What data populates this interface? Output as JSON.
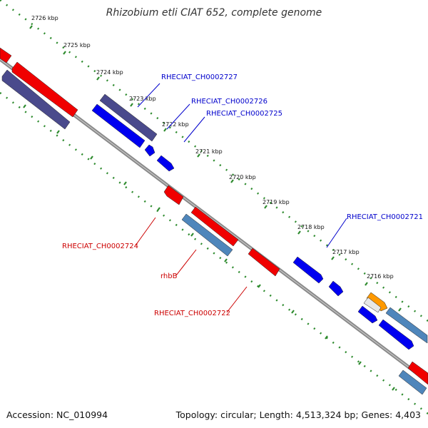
{
  "title": "Rhizobium etli CIAT 652, complete genome",
  "footer": {
    "accession": "Accession: NC_010994",
    "summary": "Topology: circular; Length: 4,513,324 bp; Genes: 4,403"
  },
  "colors": {
    "forward_cds": "#0000f0",
    "reverse_cds": "#f00000",
    "dark_blue_cds": "#4a4a8c",
    "steel_blue_cds": "#4f86bb",
    "orange_cds": "#ff9900",
    "backbone": "#8a8a8a",
    "ticks": "#2e8b2e",
    "forward_label": "#0000cc",
    "reverse_label": "#cc0000"
  },
  "tick_labels": [
    {
      "id": "2726",
      "text": "2726 kbp"
    },
    {
      "id": "2725",
      "text": "2725 kbp"
    },
    {
      "id": "2724",
      "text": "2724 kbp"
    },
    {
      "id": "2723",
      "text": "2723 kbp"
    },
    {
      "id": "2722",
      "text": "2722 kbp"
    },
    {
      "id": "2721",
      "text": "2721 kbp"
    },
    {
      "id": "2720",
      "text": "2720 kbp"
    },
    {
      "id": "2719",
      "text": "2719 kbp"
    },
    {
      "id": "2718",
      "text": "2718 kbp"
    },
    {
      "id": "2717",
      "text": "2717 kbp"
    },
    {
      "id": "2716",
      "text": "2716 kbp"
    }
  ],
  "gene_labels": [
    {
      "id": "ch0002727",
      "text": "RHECIAT_CH0002727",
      "strand": "forward"
    },
    {
      "id": "ch0002726",
      "text": "RHECIAT_CH0002726",
      "strand": "forward"
    },
    {
      "id": "ch0002725",
      "text": "RHECIAT_CH0002725",
      "strand": "forward"
    },
    {
      "id": "ch0002721",
      "text": "RHECIAT_CH0002721",
      "strand": "forward"
    },
    {
      "id": "ch0002724",
      "text": "RHECIAT_CH0002724",
      "strand": "reverse"
    },
    {
      "id": "rhbb",
      "text": "rhbB",
      "strand": "reverse"
    },
    {
      "id": "ch0002722",
      "text": "RHECIAT_CH0002722",
      "strand": "reverse"
    }
  ]
}
